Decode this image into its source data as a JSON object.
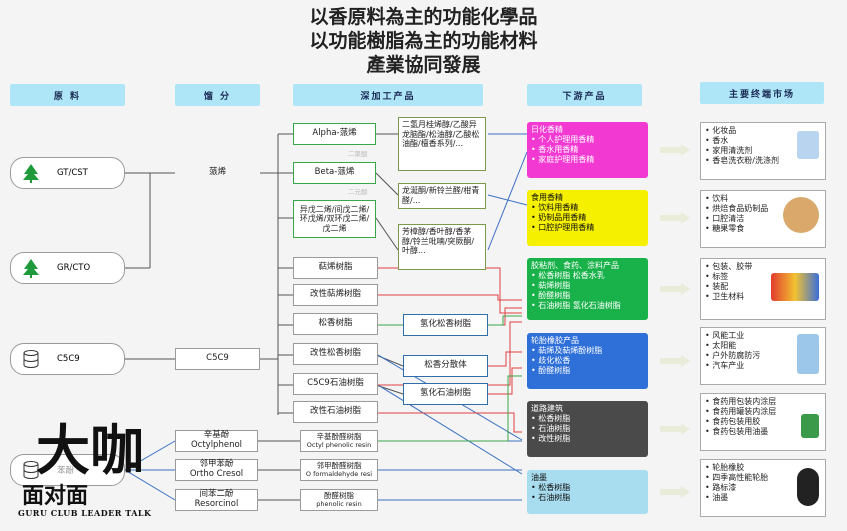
{
  "title": {
    "line1": "以香原料為主的功能化學品",
    "line2": "以功能樹脂為主的功能材料",
    "line3": "產業協同發展"
  },
  "headers": {
    "raw": "原 料",
    "fraction": "馏 分",
    "deep": "深加工产品",
    "downstream": "下游产品",
    "market": "主要终端市场"
  },
  "raw_materials": [
    "GT/CST",
    "GR/CTO",
    "C5C9"
  ],
  "fractions": [
    "蒎烯",
    "C5C9"
  ],
  "terpene_products": [
    "Alpha-蒎烯",
    "Beta-蒎烯",
    "异戊二烯/间戊二烯/环戊烯/双环戊二烯/戊二烯"
  ],
  "faint_labels": [
    "二聚酸",
    "二元酸"
  ],
  "fine_chem_texts": [
    "二氢月桂烯醇/乙酸异龙脑酯/松油醇/乙酸松油酯/檀香系列/...",
    "龙涎酮/新铃兰醛/柑青醛/...",
    "芳樟醇/香叶醇/香茅醇/铃兰吡喃/突厥酮/叶醇..."
  ],
  "resin_products": [
    "萜烯树脂",
    "改性萜烯树脂",
    "松香树脂",
    "改性松香树脂",
    "C5C9石油树脂",
    "改性石油树脂"
  ],
  "secondary_products": [
    "氢化松香树脂",
    "松香分散体",
    "氢化石油树脂"
  ],
  "phenols": [
    {
      "cn": "辛基酚",
      "en": "Octylphenol"
    },
    {
      "cn": "邻甲苯酚",
      "en": "Ortho Cresol"
    },
    {
      "cn": "间苯二酚",
      "en": "Resorcinol"
    }
  ],
  "phenolic_resins": [
    {
      "cn": "辛基酚醛树脂",
      "en": "Octyl phenolic resin"
    },
    {
      "cn": "邻甲酚醛树脂",
      "en": "O formaldehyde resi"
    },
    {
      "cn": "酚醛树脂",
      "en": "phenolic resin"
    }
  ],
  "phenol_faint": "苯酚",
  "downstream": [
    {
      "title": "日化香精",
      "items": [
        "个人护理用香精",
        "香水用香精",
        "家庭护理用香精"
      ],
      "color": "#f23ad2"
    },
    {
      "title": "食用香精",
      "items": [
        "饮料用香精",
        "奶制品用香精",
        "口腔护理用香精"
      ],
      "color": "#f4f000"
    },
    {
      "title": "胶粘剂、食药、涂料产品",
      "items": [
        "松香树脂  松香水乳",
        "萜烯树脂",
        "酚醛树脂",
        "石油树脂  氢化石油树脂"
      ],
      "color": "#19b24a"
    },
    {
      "title": "轮胎橡胶产品",
      "items": [
        "萜烯及萜烯酚树脂",
        "歧化松香",
        "酚醛树脂"
      ],
      "color": "#2e6fd8"
    },
    {
      "title": "道路建筑",
      "items": [
        "松香树脂",
        "石油树脂",
        "改性树脂"
      ],
      "color": "#4a4a4a"
    },
    {
      "title": "油墨",
      "items": [
        "松香树脂",
        "石油树脂"
      ],
      "color": "#a8dcef"
    }
  ],
  "markets": [
    [
      "化妆品",
      "香水",
      "家用清洗剂",
      "香皂洗衣粉/洗涤剂"
    ],
    [
      "饮料",
      "烘焙食品奶制品",
      "口腔清洁",
      "糖果零食"
    ],
    [
      "包装、胶带",
      "标签",
      "装配",
      "卫生材料"
    ],
    [
      "风能工业",
      "太阳能",
      "户外防腐防污",
      "汽车产业"
    ],
    [
      "食药用包装内涂层",
      "食药用罐装内涂层",
      "食药包装用胶",
      "食药包装用油墨"
    ],
    [
      "轮胎橡胶",
      "四季高性能轮胎",
      "路标漆",
      "油墨"
    ]
  ],
  "brand": {
    "chars": "大咖",
    "cn": "面对面",
    "en": "GURU CLUB LEADER TALK"
  },
  "colors": {
    "header": "#aee6f7",
    "red_line": "#e04040",
    "blue_line": "#3a6fc2",
    "green_line": "#3aa64a"
  }
}
